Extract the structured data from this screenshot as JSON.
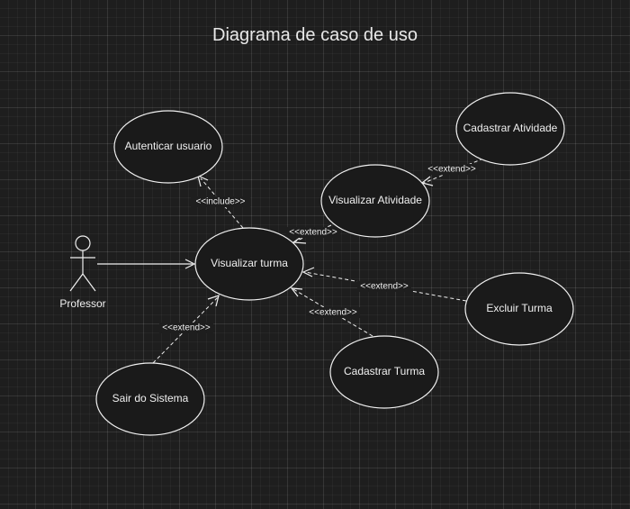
{
  "diagram": {
    "title": "Diagrama de caso de uso",
    "actor": {
      "label": "Professor"
    },
    "use_cases": {
      "autenticar": "Autenticar usuario",
      "visualizar_turma": "Visualizar turma",
      "visualizar_atividade": "Visualizar Atividade",
      "cadastrar_atividade": "Cadastrar Atividade",
      "excluir_turma": "Excluir Turma",
      "cadastrar_turma": "Cadastrar Turma",
      "sair": "Sair do Sistema"
    },
    "relations": {
      "include": "<<include>>",
      "extend_visualizar_atividade": "<<extend>>",
      "extend_cadastrar_atividade": "<<extend>>",
      "extend_excluir_turma": "<<extend>>",
      "extend_cadastrar_turma": "<<extend>>",
      "extend_sair": "<<extend>>"
    }
  }
}
